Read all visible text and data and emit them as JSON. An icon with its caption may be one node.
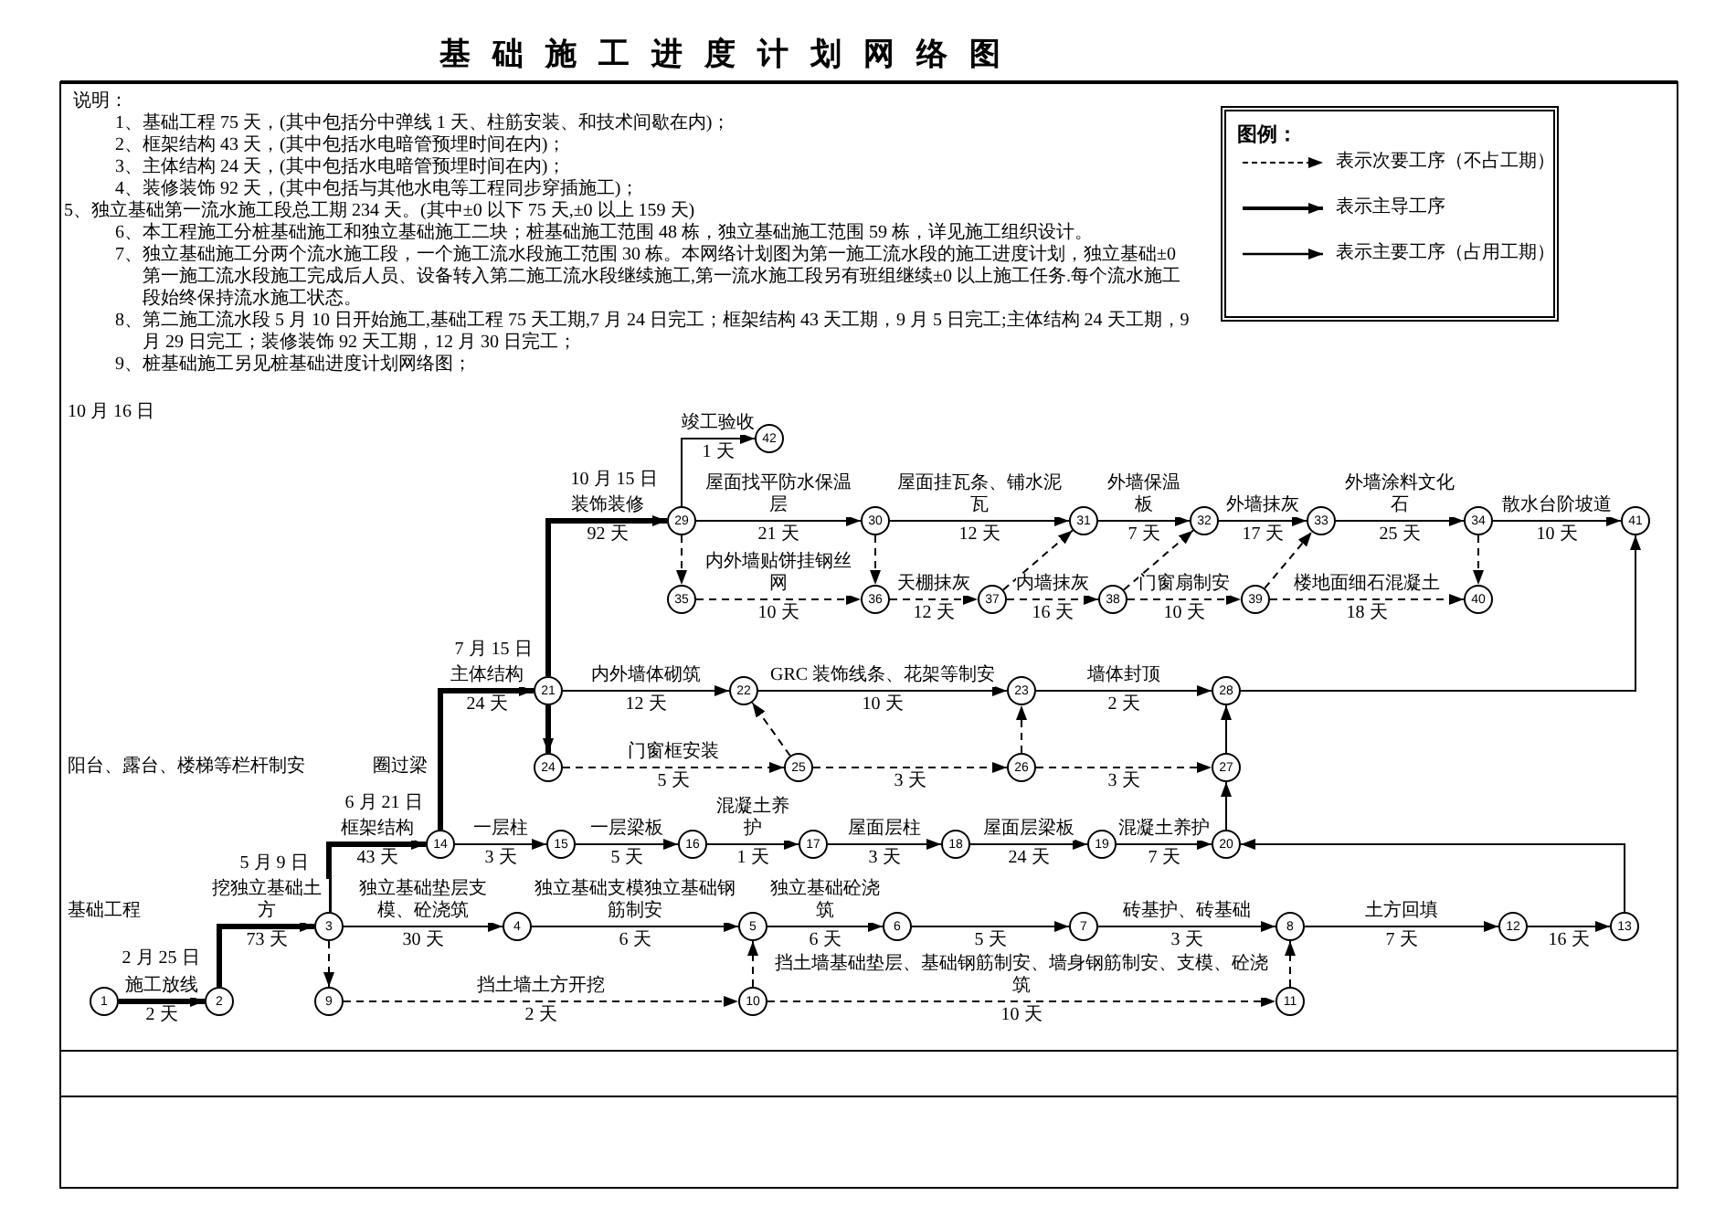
{
  "diagram": {
    "title": "基础施工进度计划网络图",
    "nodes": [
      {
        "text": [
          "1"
        ]
      },
      {
        "text": [
          "2"
        ]
      },
      {
        "text": [
          "3"
        ]
      },
      {
        "text": [
          "4"
        ]
      },
      {
        "text": [
          "5"
        ]
      },
      {
        "text": [
          "6"
        ]
      },
      {
        "text": [
          "7"
        ]
      },
      {
        "text": [
          "8"
        ]
      },
      {
        "text": [
          "9"
        ]
      },
      {
        "text": [
          "10"
        ]
      },
      {
        "text": [
          "11"
        ]
      },
      {
        "text": [
          "12"
        ]
      },
      {
        "text": [
          "13"
        ]
      },
      {
        "text": [
          "14"
        ]
      },
      {
        "text": [
          "15"
        ]
      },
      {
        "text": [
          "16"
        ]
      },
      {
        "text": [
          "17"
        ]
      },
      {
        "text": [
          "18"
        ]
      },
      {
        "text": [
          "19"
        ]
      },
      {
        "text": [
          "20"
        ]
      },
      {
        "text": [
          "21"
        ]
      },
      {
        "text": [
          "22"
        ]
      },
      {
        "text": [
          "23"
        ]
      },
      {
        "text": [
          "24"
        ]
      },
      {
        "text": [
          "25"
        ]
      },
      {
        "text": [
          "26"
        ]
      },
      {
        "text": [
          "27"
        ]
      },
      {
        "text": [
          "28"
        ]
      },
      {
        "text": [
          "29"
        ]
      },
      {
        "text": [
          "30"
        ]
      },
      {
        "text": [
          "31"
        ]
      },
      {
        "text": [
          "32"
        ]
      },
      {
        "text": [
          "33"
        ]
      },
      {
        "text": [
          "34"
        ]
      },
      {
        "text": [
          "35"
        ]
      },
      {
        "text": [
          "36"
        ]
      },
      {
        "text": [
          "37"
        ]
      },
      {
        "text": [
          "38"
        ]
      },
      {
        "text": [
          "39"
        ]
      },
      {
        "text": [
          "40"
        ]
      },
      {
        "text": [
          "41"
        ]
      },
      {
        "text": [
          "42"
        ]
      }
    ],
    "edges": [
      {
        "from": 0,
        "to": 1,
        "arrow": "to",
        "label": "施工放线",
        "style": "thick"
      },
      {
        "from": 1,
        "to": 2,
        "arrow": "to",
        "label": "挖独立基础土方",
        "style": "thick"
      },
      {
        "from": 2,
        "to": 3,
        "arrow": "to",
        "label": "独立基础垫层支模、砼浇筑"
      },
      {
        "from": 3,
        "to": 4,
        "arrow": "to",
        "label": "独立基础支模独立基础钢筋制安"
      },
      {
        "from": 4,
        "to": 5,
        "arrow": "to",
        "label": "独立基础砼浇筑"
      },
      {
        "from": 5,
        "to": 6,
        "arrow": "to"
      },
      {
        "from": 6,
        "to": 7,
        "arrow": "to",
        "label": "砖基护、砖基础"
      },
      {
        "from": 7,
        "to": 11,
        "arrow": "to",
        "label": "土方回填"
      },
      {
        "from": 11,
        "to": 12,
        "arrow": "to"
      },
      {
        "from": 12,
        "to": 19,
        "arrow": "to"
      },
      {
        "from": 2,
        "to": 13,
        "arrow": "to",
        "label": "框架结构",
        "style": "thick"
      },
      {
        "from": 13,
        "to": 14,
        "arrow": "to",
        "label": "一层柱"
      },
      {
        "from": 14,
        "to": 15,
        "arrow": "to",
        "label": "一层梁板"
      },
      {
        "from": 15,
        "to": 16,
        "arrow": "to",
        "label": "混凝土养护"
      },
      {
        "from": 16,
        "to": 17,
        "arrow": "to",
        "label": "屋面层柱"
      },
      {
        "from": 17,
        "to": 18,
        "arrow": "to",
        "label": "屋面层梁板"
      },
      {
        "from": 18,
        "to": 19,
        "arrow": "to",
        "label": "混凝土养护"
      },
      {
        "from": 19,
        "to": 26,
        "arrow": "to"
      },
      {
        "from": 26,
        "to": 27,
        "arrow": "to"
      },
      {
        "from": 13,
        "to": 20,
        "arrow": "to",
        "label": "主体结构",
        "style": "thick"
      },
      {
        "from": 20,
        "to": 21,
        "arrow": "to",
        "label": "内外墙体砌筑"
      },
      {
        "from": 21,
        "to": 22,
        "arrow": "to",
        "label": "GRC 装饰线条、花架等制安"
      },
      {
        "from": 22,
        "to": 27,
        "arrow": "to",
        "label": "墙体封顶"
      },
      {
        "from": 20,
        "to": 23,
        "arrow": "to",
        "style": "thick"
      },
      {
        "from": 23,
        "to": 24,
        "arrow": "to",
        "label": "门窗框安装",
        "style": "dashed"
      },
      {
        "from": 24,
        "to": 21,
        "arrow": "to",
        "style": "dashed"
      },
      {
        "from": 24,
        "to": 25,
        "arrow": "to",
        "style": "dashed"
      },
      {
        "from": 25,
        "to": 22,
        "arrow": "to",
        "style": "dashed"
      },
      {
        "from": 25,
        "to": 26,
        "arrow": "to",
        "style": "dashed"
      },
      {
        "from": 20,
        "to": 28,
        "arrow": "to",
        "label": "装饰装修",
        "style": "thick"
      },
      {
        "from": 28,
        "to": 41,
        "arrow": "to",
        "label": "竣工验收"
      },
      {
        "from": 28,
        "to": 29,
        "arrow": "to",
        "label": "屋面找平防水保温层"
      },
      {
        "from": 29,
        "to": 30,
        "arrow": "to",
        "label": "屋面挂瓦条、铺水泥瓦"
      },
      {
        "from": 30,
        "to": 31,
        "arrow": "to",
        "label": "外墙保温板"
      },
      {
        "from": 31,
        "to": 32,
        "arrow": "to",
        "label": "外墙抹灰"
      },
      {
        "from": 32,
        "to": 33,
        "arrow": "to",
        "label": "外墙涂料文化石"
      },
      {
        "from": 33,
        "to": 40,
        "arrow": "to",
        "label": "散水台阶坡道"
      },
      {
        "from": 28,
        "to": 34,
        "arrow": "to",
        "style": "dashed"
      },
      {
        "from": 34,
        "to": 35,
        "arrow": "to",
        "label": "内外墙贴饼挂钢丝网",
        "style": "dashed"
      },
      {
        "from": 29,
        "to": 35,
        "arrow": "to",
        "style": "dashed"
      },
      {
        "from": 35,
        "to": 36,
        "arrow": "to",
        "label": "天棚抹灰",
        "style": "dashed"
      },
      {
        "from": 36,
        "to": 30,
        "arrow": "to",
        "style": "dashed"
      },
      {
        "from": 36,
        "to": 37,
        "arrow": "to",
        "label": "内墙抹灰",
        "style": "dashed"
      },
      {
        "from": 37,
        "to": 31,
        "arrow": "to",
        "style": "dashed"
      },
      {
        "from": 37,
        "to": 38,
        "arrow": "to",
        "label": "门窗扇制安",
        "style": "dashed"
      },
      {
        "from": 38,
        "to": 32,
        "arrow": "to",
        "style": "dashed"
      },
      {
        "from": 38,
        "to": 39,
        "arrow": "to",
        "label": "楼地面细石混凝土",
        "style": "dashed"
      },
      {
        "from": 33,
        "to": 39,
        "arrow": "to",
        "style": "dashed"
      },
      {
        "from": 27,
        "to": 40,
        "arrow": "to"
      },
      {
        "from": 2,
        "to": 8,
        "arrow": "to",
        "style": "dashed"
      },
      {
        "from": 8,
        "to": 9,
        "arrow": "to",
        "label": "挡土墙土方开挖",
        "style": "dashed"
      },
      {
        "from": 9,
        "to": 4,
        "arrow": "to",
        "style": "dashed"
      },
      {
        "from": 9,
        "to": 10,
        "arrow": "to",
        "label": "挡土墙基础垫层、基础钢筋制安、墙身钢筋制安、支模、砼浇筑",
        "style": "dashed"
      },
      {
        "from": 10,
        "to": 7,
        "arrow": "to",
        "style": "dashed"
      }
    ],
    "labels": [
      "说明：",
      "1、基础工程 75 天，(其中包括分中弹线 1 天、柱筋安装、和技术间歇在内)；",
      "2、框架结构 43 天，(其中包括水电暗管预埋时间在内)；",
      "3、主体结构 24 天，(其中包括水电暗管预埋时间在内)；",
      "4、装修装饰 92 天，(其中包括与其他水电等工程同步穿插施工)；",
      "5、独立基础第一流水施工段总工期 234 天。(其中±0 以下 75 天,±0 以上 159 天)",
      "6、本工程施工分桩基础施工和独立基础施工二块；桩基础施工范围 48 栋，独立基础施工范围 59 栋，详见施工组织设计。",
      "7、独立基础施工分两个流水施工段，一个施工流水段施工范围 30 栋。本网络计划图为第一施工流水段的施工进度计划，独立基础±0 第一施工流水段施工完成后人员、设备转入第二施工流水段继续施工,第一流水施工段另有班组继续±0 以上施工任务.每个流水施工段始终保持流水施工状态。",
      "8、第二施工流水段 5 月 10 日开始施工,基础工程 75 天工期,7 月 24 日完工；框架结构 43 天工期，9 月 5 日完工;主体结构 24 天工期，9 月 29 日完工；装修装饰 92 天工期，12 月 30 日完工；",
      "9、桩基础施工另见桩基础进度计划网络图；",
      "图例：",
      "10 月 16 日",
      "10 月 15 日",
      "7 月 15 日",
      "阳台、露台、楼梯等栏杆制安",
      "圈过梁",
      "6 月 21 日",
      "5 月 9 日",
      "基础工程",
      "2 月 25 日",
      "2 天",
      "73 天",
      "30 天",
      "6 天",
      "6 天",
      "5 天",
      "3 天",
      "7 天",
      "16 天",
      "43 天",
      "3 天",
      "5 天",
      "1 天",
      "3 天",
      "24 天",
      "7 天",
      "24 天",
      "12 天",
      "10 天",
      "2 天",
      "5 天",
      "3 天",
      "3 天",
      "92 天",
      "1 天",
      "21 天",
      "12 天",
      "7 天",
      "17 天",
      "25 天",
      "10 天",
      "10 天",
      "12 天",
      "16 天",
      "10 天",
      "18 天",
      "2 天",
      "10 天"
    ],
    "legend": [
      {
        "text": "表示次要工序（不占工期）"
      },
      {
        "text": "表示主导工序"
      },
      {
        "text": "表示主要工序（占用工期）"
      }
    ]
  }
}
